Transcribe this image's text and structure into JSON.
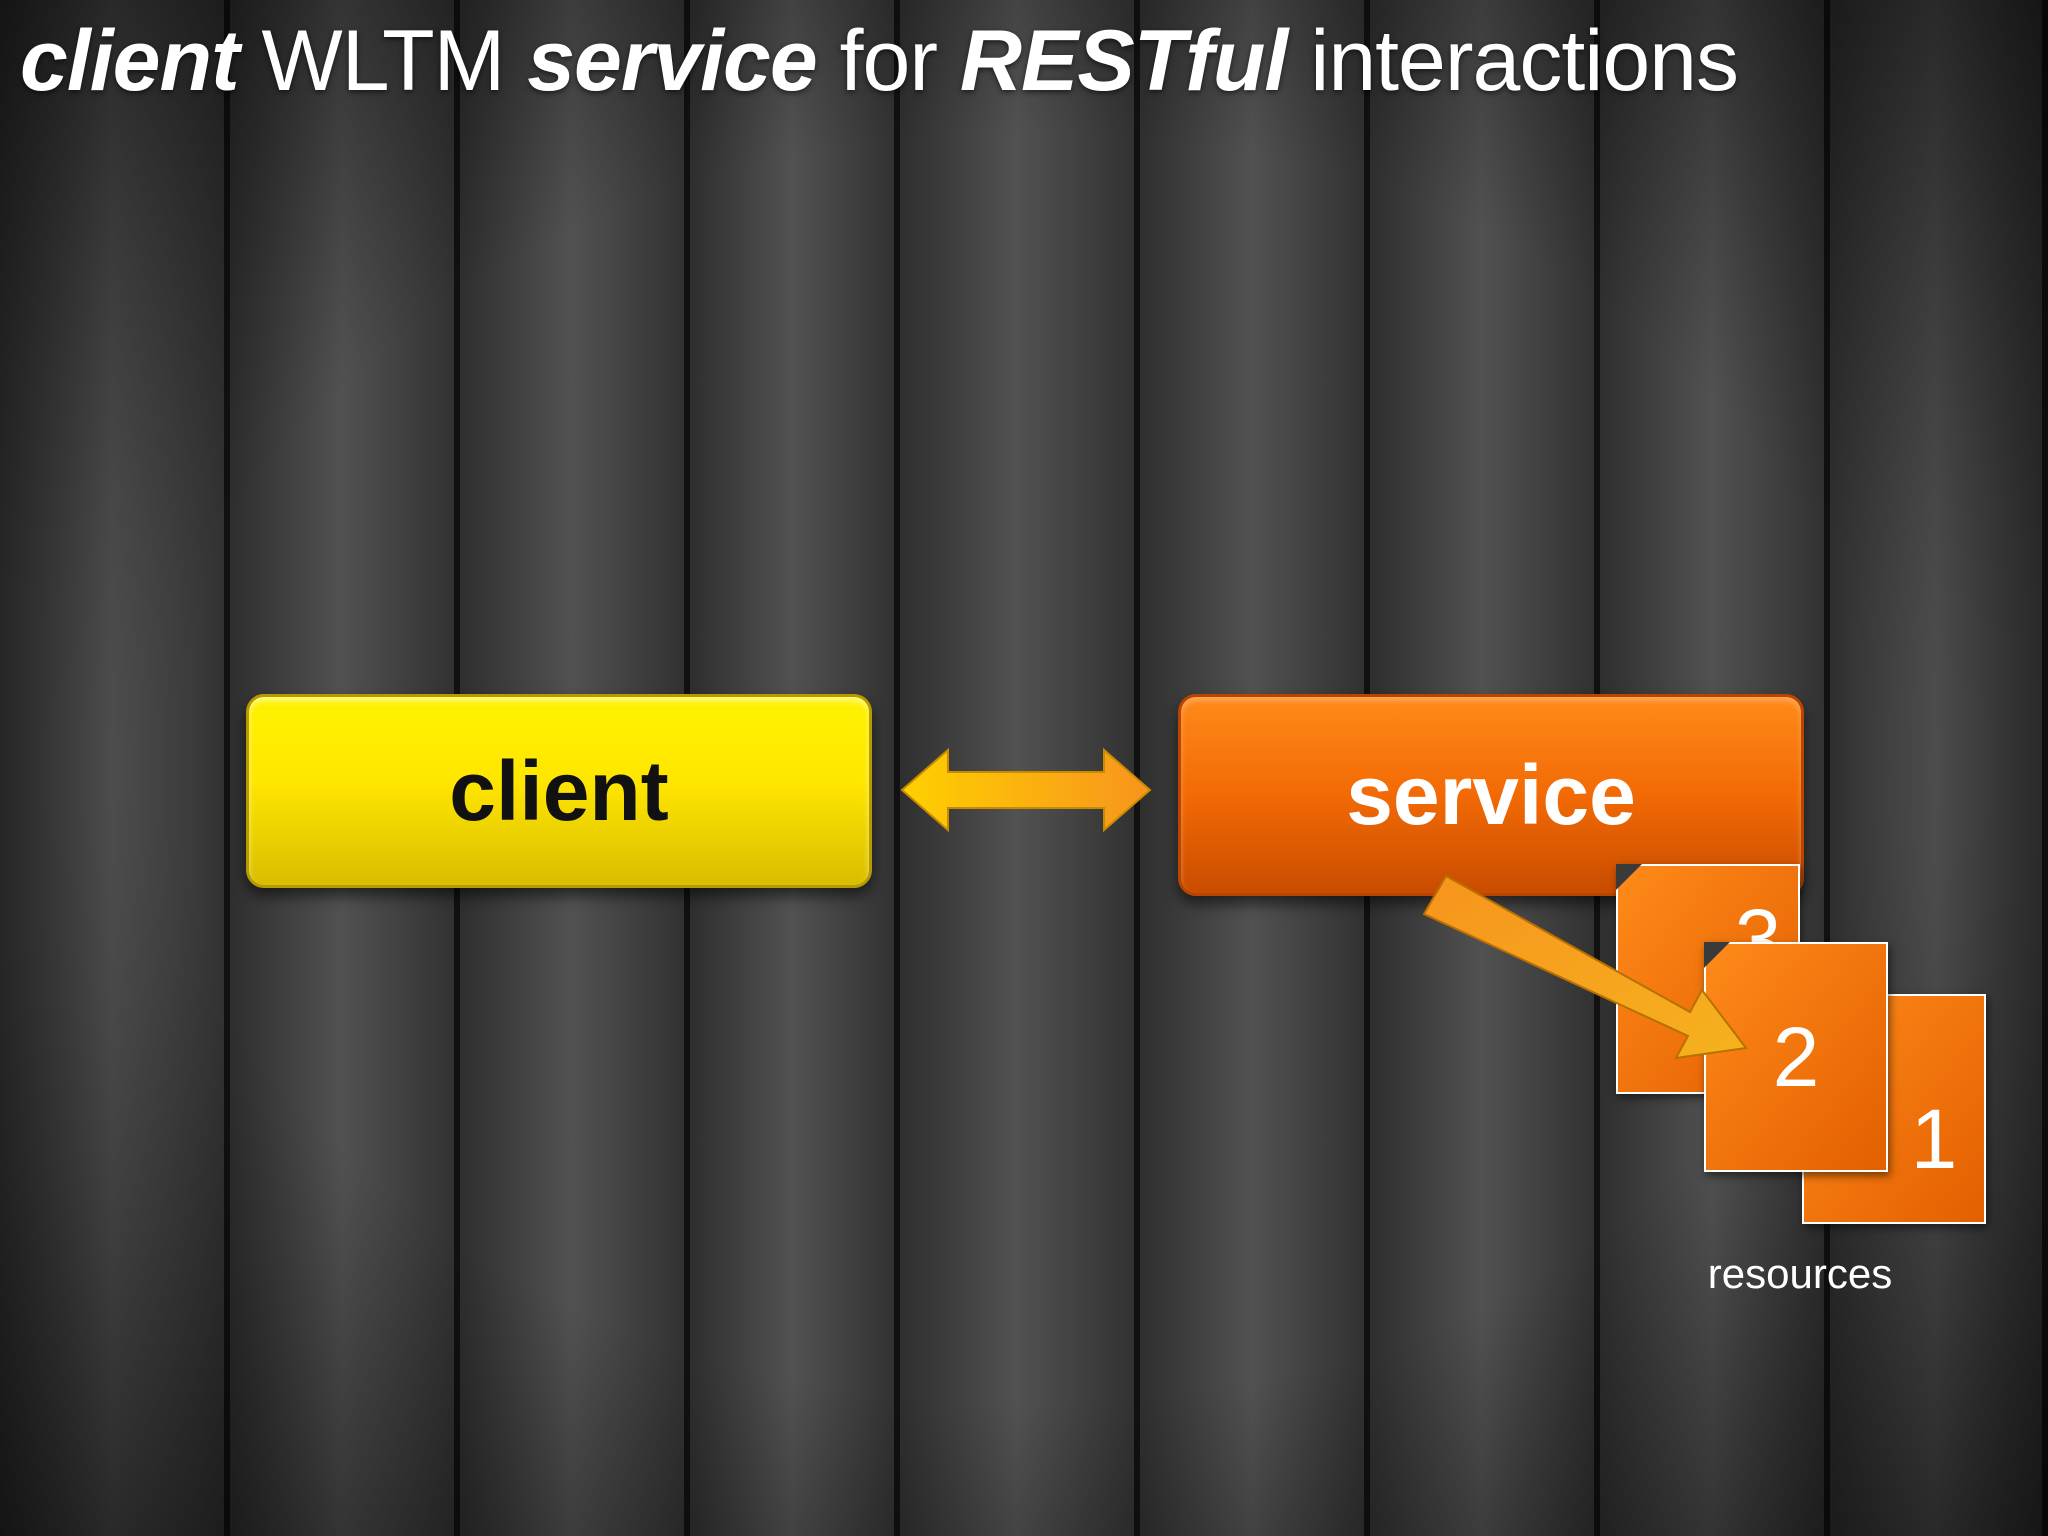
{
  "title": {
    "part1": "client",
    "part2": " WLTM ",
    "part3": "service",
    "part4": " for ",
    "part5": "RESTful",
    "part6": " interactions"
  },
  "diagram": {
    "client_label": "client",
    "service_label": "service",
    "resources": [
      "3",
      "2",
      "1"
    ],
    "resources_label": "resources"
  },
  "colors": {
    "client": "#ffe600",
    "service": "#f26a05",
    "arrow": "#f5a623"
  }
}
